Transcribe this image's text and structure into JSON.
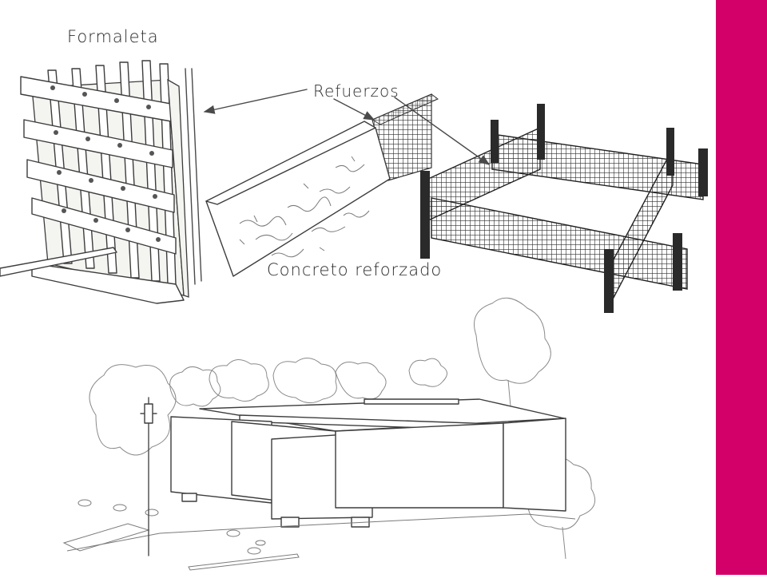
{
  "labels": {
    "formaleta": "Formaleta",
    "refuerzos": "Refuerzos",
    "concreto": "Concreto reforzado"
  },
  "icons": {
    "formwork": "formwork-panel-icon",
    "rebar_cage": "rebar-cage-icon",
    "rebar_grid": "rebar-grid-icon",
    "building": "building-sketch-icon"
  },
  "colors": {
    "accent": "#d4006a",
    "ink": "#3d3d3d",
    "mesh": "#2a2a2a"
  }
}
